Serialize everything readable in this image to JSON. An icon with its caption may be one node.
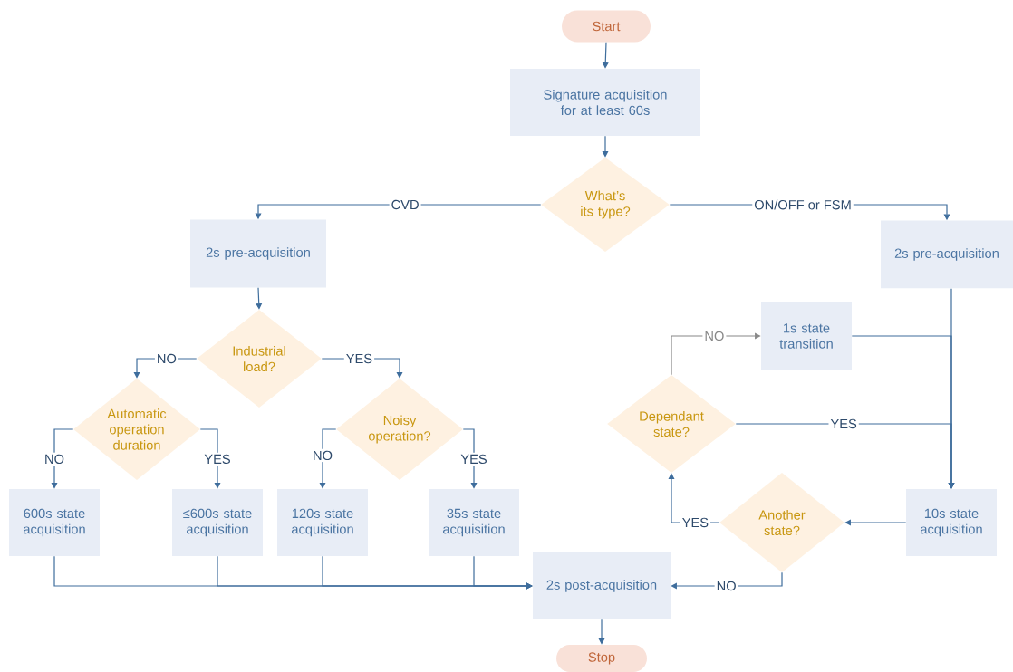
{
  "diagram": {
    "nodes": [
      {
        "text": [
          "Start"
        ]
      },
      {
        "text": [
          "Signature acquisition for at least 60s"
        ]
      },
      {
        "text": [
          "What’s its type?"
        ]
      },
      {
        "text": [
          "2s pre-acquisition"
        ]
      },
      {
        "text": [
          "2s pre-acquisition"
        ]
      },
      {
        "text": [
          "Industrial load?"
        ]
      },
      {
        "text": [
          "Automatic operation duration"
        ]
      },
      {
        "text": [
          "Noisy operation?"
        ]
      },
      {
        "text": [
          "600s state acquisition"
        ]
      },
      {
        "text": [
          "≤600s state acquisition"
        ]
      },
      {
        "text": [
          "120s state acquisition"
        ]
      },
      {
        "text": [
          "35s state acquisition"
        ]
      },
      {
        "text": [
          "1s state transition"
        ]
      },
      {
        "text": [
          "Dependant state?"
        ]
      },
      {
        "text": [
          "10s state acquisition"
        ]
      },
      {
        "text": [
          "Another state?"
        ]
      },
      {
        "text": [
          "2s post-acquisition"
        ]
      },
      {
        "text": [
          "Stop"
        ]
      }
    ],
    "edges": [
      {
        "from": 0,
        "to": 1,
        "arrow": "to"
      },
      {
        "from": 1,
        "to": 2,
        "arrow": "to"
      },
      {
        "from": 2,
        "to": 3,
        "arrow": "to",
        "label": "CVD"
      },
      {
        "from": 2,
        "to": 4,
        "arrow": "to",
        "label": "ON/OFF or FSM"
      },
      {
        "from": 3,
        "to": 5,
        "arrow": "to"
      },
      {
        "from": 5,
        "to": 6,
        "arrow": "to",
        "label": "NO"
      },
      {
        "from": 5,
        "to": 7,
        "arrow": "to",
        "label": "YES"
      },
      {
        "from": 6,
        "to": 8,
        "arrow": "to",
        "label": "NO"
      },
      {
        "from": 6,
        "to": 9,
        "arrow": "to",
        "label": "YES"
      },
      {
        "from": 7,
        "to": 10,
        "arrow": "to",
        "label": "NO"
      },
      {
        "from": 7,
        "to": 11,
        "arrow": "to",
        "label": "YES"
      },
      {
        "from": 8,
        "to": 16,
        "arrow": "to"
      },
      {
        "from": 9,
        "to": 16,
        "arrow": "to"
      },
      {
        "from": 10,
        "to": 16,
        "arrow": "to"
      },
      {
        "from": 11,
        "to": 16,
        "arrow": "to"
      },
      {
        "from": 4,
        "to": 14,
        "arrow": "to"
      },
      {
        "from": 12,
        "to": 14,
        "arrow": "to"
      },
      {
        "from": 13,
        "to": 14,
        "arrow": "to",
        "label": "YES"
      },
      {
        "from": 14,
        "to": 15,
        "arrow": "to"
      },
      {
        "from": 15,
        "to": 13,
        "arrow": "to",
        "label": "YES"
      },
      {
        "from": 13,
        "to": 12,
        "arrow": "to",
        "label": "NO",
        "color": "#888888"
      },
      {
        "from": 15,
        "to": 16,
        "arrow": "to",
        "label": "NO"
      },
      {
        "from": 16,
        "to": 17,
        "arrow": "to"
      }
    ]
  }
}
